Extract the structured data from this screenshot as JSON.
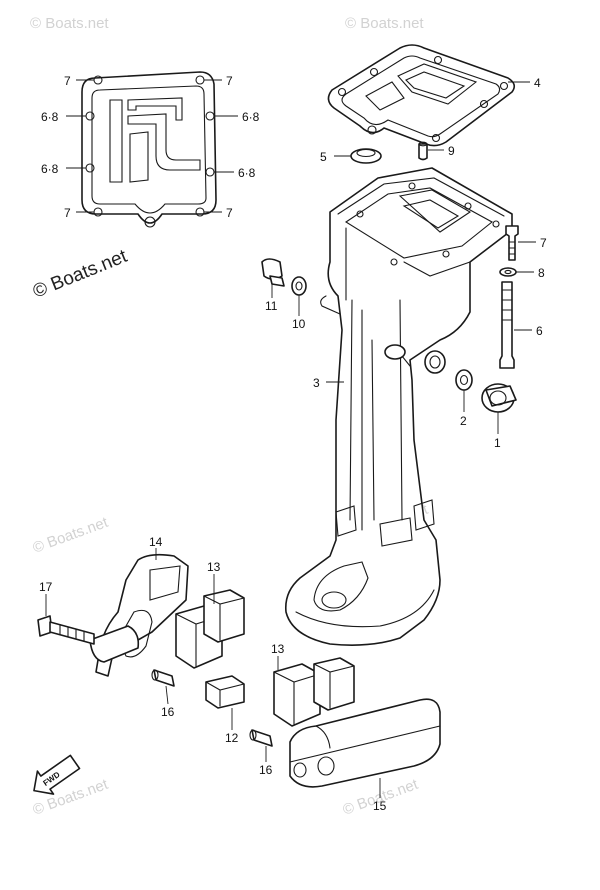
{
  "watermark": {
    "text": "© Boats.net",
    "prominent_text": "© Boats.net"
  },
  "callouts": {
    "c1": "1",
    "c2": "2",
    "c3": "3",
    "c4": "4",
    "c5": "5",
    "c6": "6",
    "c7": "7",
    "c8": "8",
    "c9": "9",
    "c10": "10",
    "c11": "11",
    "c12": "12",
    "c13": "13",
    "c14": "14",
    "c15": "15",
    "c16": "16",
    "c17": "17",
    "c68": "6·8"
  },
  "direction_badge": "FWD",
  "colors": {
    "line": "#1a1a1a",
    "watermark": "#d2d2d2",
    "background": "#ffffff"
  }
}
